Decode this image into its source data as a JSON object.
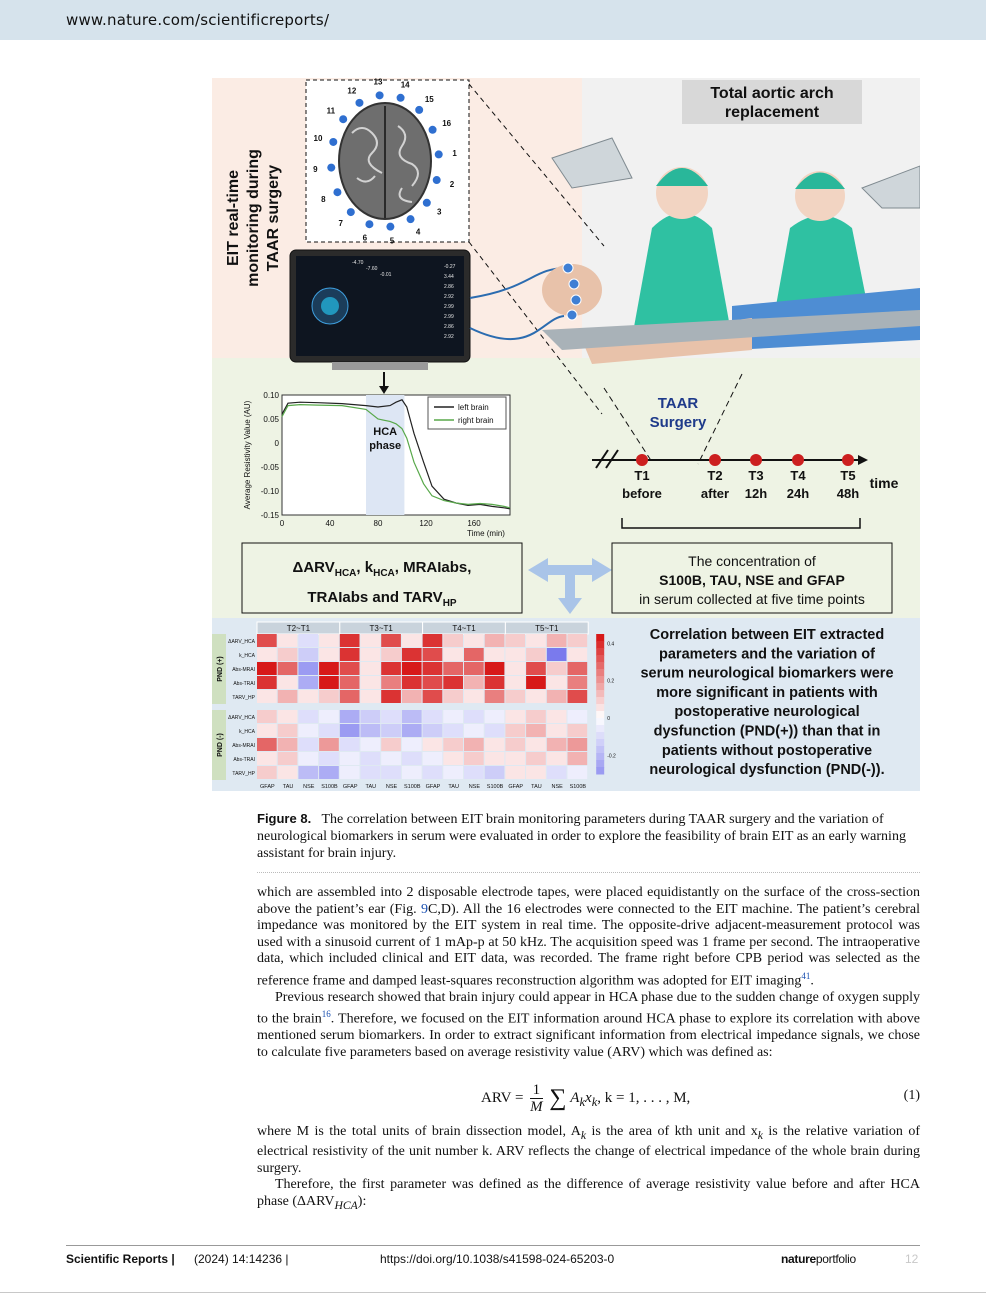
{
  "header": {
    "url": "www.nature.com/scientificreports/"
  },
  "figure": {
    "brain_caption": [
      "EIT real-time",
      "monitoring during",
      "TAAR surgery"
    ],
    "electrodes": [
      "1",
      "2",
      "3",
      "4",
      "5",
      "6",
      "7",
      "8",
      "9",
      "10",
      "11",
      "12",
      "13",
      "14",
      "15",
      "16"
    ],
    "monitor_readouts": [
      "-4.70",
      "-7.60",
      "-0.01",
      "-0.27",
      "3.44",
      "2.86",
      "2.92",
      "2.99",
      "2.99",
      "2.86",
      "2.92"
    ],
    "surgery_title": [
      "Total aortic arch",
      "replacement"
    ],
    "taar_label": [
      "TAAR",
      "Surgery"
    ],
    "timeline": {
      "points": [
        {
          "name": "T1",
          "sub": "before"
        },
        {
          "name": "T2",
          "sub": "after"
        },
        {
          "name": "T3",
          "sub": "12h"
        },
        {
          "name": "T4",
          "sub": "24h"
        },
        {
          "name": "T5",
          "sub": "48h"
        }
      ],
      "axis_label": "time"
    },
    "arv_box": {
      "line1": "ΔARV",
      "line1_sub": "HCA",
      "k": "k",
      "k_sub": "HCA",
      "mrai": ", MRAIabs,",
      "line2a": "TRAIabs and TARV",
      "line2_sub": "HP"
    },
    "conc_box": {
      "line1": "The concentration of",
      "line2": "S100B, TAU, NSE and GFAP",
      "line3": "in serum collected at five time points"
    },
    "conclusion": [
      "Correlation between EIT extracted",
      "parameters and the variation of",
      "serum neurological biomarkers were",
      "more significant in patients with",
      "postoperative neurological",
      "dysfunction (PND(+)) than that in",
      "patients without postoperative",
      "neurological dysfunction (PND(-))."
    ],
    "heatmap": {
      "column_groups": [
        "T2~T1",
        "T3~T1",
        "T4~T1",
        "T5~T1"
      ],
      "column_labels": [
        "GFAP",
        "TAU",
        "NSE",
        "S100B"
      ],
      "row_groups": [
        "PND (+)",
        "PND (-)"
      ],
      "row_labels": [
        "ΔARV_HCA",
        "k_HCA",
        "Abs-MRAI",
        "Abs-TRAI",
        "TARV_HP"
      ],
      "colorbar_ticks": [
        "0.4",
        "0.2",
        "0",
        "-0.2"
      ],
      "values": [
        [
          0.35,
          0.05,
          -0.1,
          0.05,
          0.4,
          0.05,
          0.35,
          0.05,
          0.4,
          0.1,
          0.05,
          0.15,
          0.1,
          0.05,
          0.15,
          0.1
        ],
        [
          0.05,
          0.1,
          -0.15,
          0.05,
          0.4,
          0.05,
          0.1,
          0.4,
          0.35,
          0.05,
          0.3,
          0.05,
          0.05,
          0.1,
          -0.4,
          0.05
        ],
        [
          0.45,
          0.3,
          -0.3,
          0.45,
          0.35,
          0.05,
          0.4,
          0.45,
          0.4,
          0.3,
          0.3,
          0.45,
          0.05,
          0.35,
          0.1,
          0.3
        ],
        [
          0.4,
          0.05,
          -0.25,
          0.45,
          0.3,
          0.05,
          0.25,
          0.4,
          0.35,
          0.4,
          0.15,
          0.4,
          0.05,
          0.45,
          0.05,
          0.25
        ],
        [
          0.05,
          0.15,
          0.05,
          0.1,
          0.3,
          0.05,
          0.4,
          0.15,
          0.35,
          0.1,
          0.05,
          0.25,
          0.1,
          0.05,
          0.15,
          0.35
        ],
        [
          0.1,
          0.05,
          -0.1,
          -0.05,
          -0.25,
          -0.15,
          -0.1,
          -0.2,
          -0.1,
          -0.05,
          -0.1,
          -0.05,
          0.05,
          0.1,
          0.05,
          -0.05
        ],
        [
          0.05,
          0.1,
          -0.05,
          -0.1,
          -0.3,
          -0.2,
          -0.15,
          -0.25,
          -0.15,
          -0.1,
          -0.05,
          -0.1,
          0.1,
          0.15,
          0.05,
          0.1
        ],
        [
          0.3,
          0.15,
          -0.1,
          0.2,
          -0.1,
          -0.05,
          0.1,
          -0.05,
          0.05,
          0.1,
          0.15,
          0.05,
          0.1,
          0.05,
          0.15,
          0.2
        ],
        [
          0.05,
          0.1,
          -0.05,
          -0.1,
          -0.05,
          -0.1,
          -0.05,
          -0.1,
          -0.05,
          0.05,
          0.1,
          0.05,
          0.05,
          0.1,
          0.05,
          0.15
        ],
        [
          0.1,
          0.05,
          -0.2,
          -0.25,
          -0.05,
          -0.1,
          -0.1,
          -0.05,
          -0.1,
          -0.05,
          -0.1,
          -0.15,
          0.05,
          0.05,
          -0.1,
          -0.05
        ]
      ]
    }
  },
  "chart_data": {
    "type": "line",
    "title": "",
    "xlabel": "Time (min)",
    "ylabel": "Average Resistivity Value (AU)",
    "xlim": [
      0,
      190
    ],
    "ylim": [
      -0.15,
      0.1
    ],
    "x_ticks": [
      "0",
      "40",
      "80",
      "120",
      "160"
    ],
    "y_ticks": [
      "0.10",
      "0.05",
      "0",
      "-0.05",
      "-0.10",
      "-0.15"
    ],
    "legend": "top-right",
    "annotation": [
      "HCA",
      "phase"
    ],
    "hca_range": [
      70,
      102
    ],
    "series": [
      {
        "name": "left brain",
        "color": "#222222",
        "x": [
          0,
          5,
          15,
          30,
          50,
          70,
          80,
          90,
          95,
          100,
          104,
          110,
          118,
          125,
          135,
          145,
          155,
          165,
          175,
          185,
          190
        ],
        "y": [
          0.06,
          0.083,
          0.085,
          0.084,
          0.082,
          0.078,
          0.075,
          0.078,
          0.085,
          0.09,
          0.075,
          0.02,
          -0.04,
          -0.09,
          -0.117,
          -0.125,
          -0.13,
          -0.128,
          -0.132,
          -0.135,
          -0.137
        ]
      },
      {
        "name": "right brain",
        "color": "#58a84a",
        "x": [
          0,
          5,
          15,
          30,
          50,
          70,
          80,
          90,
          95,
          100,
          104,
          110,
          118,
          125,
          135,
          145,
          155,
          165,
          175,
          185,
          190
        ],
        "y": [
          0.055,
          0.078,
          0.08,
          0.079,
          0.078,
          0.07,
          0.05,
          0.045,
          0.04,
          0.03,
          0.01,
          -0.04,
          -0.085,
          -0.11,
          -0.12,
          -0.125,
          -0.128,
          -0.126,
          -0.128,
          -0.132,
          -0.135
        ]
      }
    ]
  },
  "caption": {
    "label": "Figure 8.",
    "text": "The correlation between EIT brain monitoring parameters during TAAR surgery and the variation of neurological biomarkers in serum were evaluated in order to explore the feasibility of brain EIT as an early warning assistant for brain injury."
  },
  "body": {
    "p1a": "which are assembled into 2 disposable electrode tapes, were placed equidistantly on the surface of the cross-section above the patient’s ear (Fig. ",
    "p1_fig": "9",
    "p1b": "C,D). All the 16 electrodes were connected to the EIT machine. The patient’s cerebral impedance was monitored by the EIT system in real time. The opposite-drive adjacent-measurement protocol was used with a sinusoid current of 1 mAp-p at 50 kHz. The acquisition speed was 1 frame per second. The intraoperative data, which included clinical and EIT data, was recorded. The frame right before CPB period was selected as the reference frame and damped least-squares reconstruction algorithm was adopted for EIT imaging",
    "p1_ref": "41",
    "p1_end": ".",
    "p2a": "Previous research showed that brain injury could appear in HCA phase due to the sudden change of oxygen supply to the brain",
    "p2_ref": "16",
    "p2b": ". Therefore, we focused on the EIT information around HCA phase to explore its correlation with above mentioned serum biomarkers. In order to extract significant information from electrical impedance signals, we chose to calculate five parameters based on average resistivity value (ARV) which was defined as:",
    "eq_lhs": "ARV = ",
    "eq_num": "1",
    "eq_den": "M",
    "eq_rhs": "A",
    "eq_rhs2": "x",
    "eq_rhs3": ", k = 1, . . . , M,",
    "eq_number": "(1)",
    "p3a": "where M is the total units of brain dissection model, A",
    "p3b": " is the area of kth unit and x",
    "p3c": " is the relative variation of electrical resistivity of the unit number k. ARV reflects the change of electrical impedance of the whole brain during surgery.",
    "p4a": "Therefore, the first parameter was defined as the difference of average resistivity value before and after HCA phase (ΔARV",
    "p4_sub": "HCA",
    "p4b": "):"
  },
  "footer": {
    "journal": "Scientific Reports |",
    "issue": "(2024) 14:14236  |",
    "doi": "https://doi.org/10.1038/s41598-024-65203-0",
    "brand_bold": "nature",
    "brand": "portfolio",
    "page": "12"
  }
}
